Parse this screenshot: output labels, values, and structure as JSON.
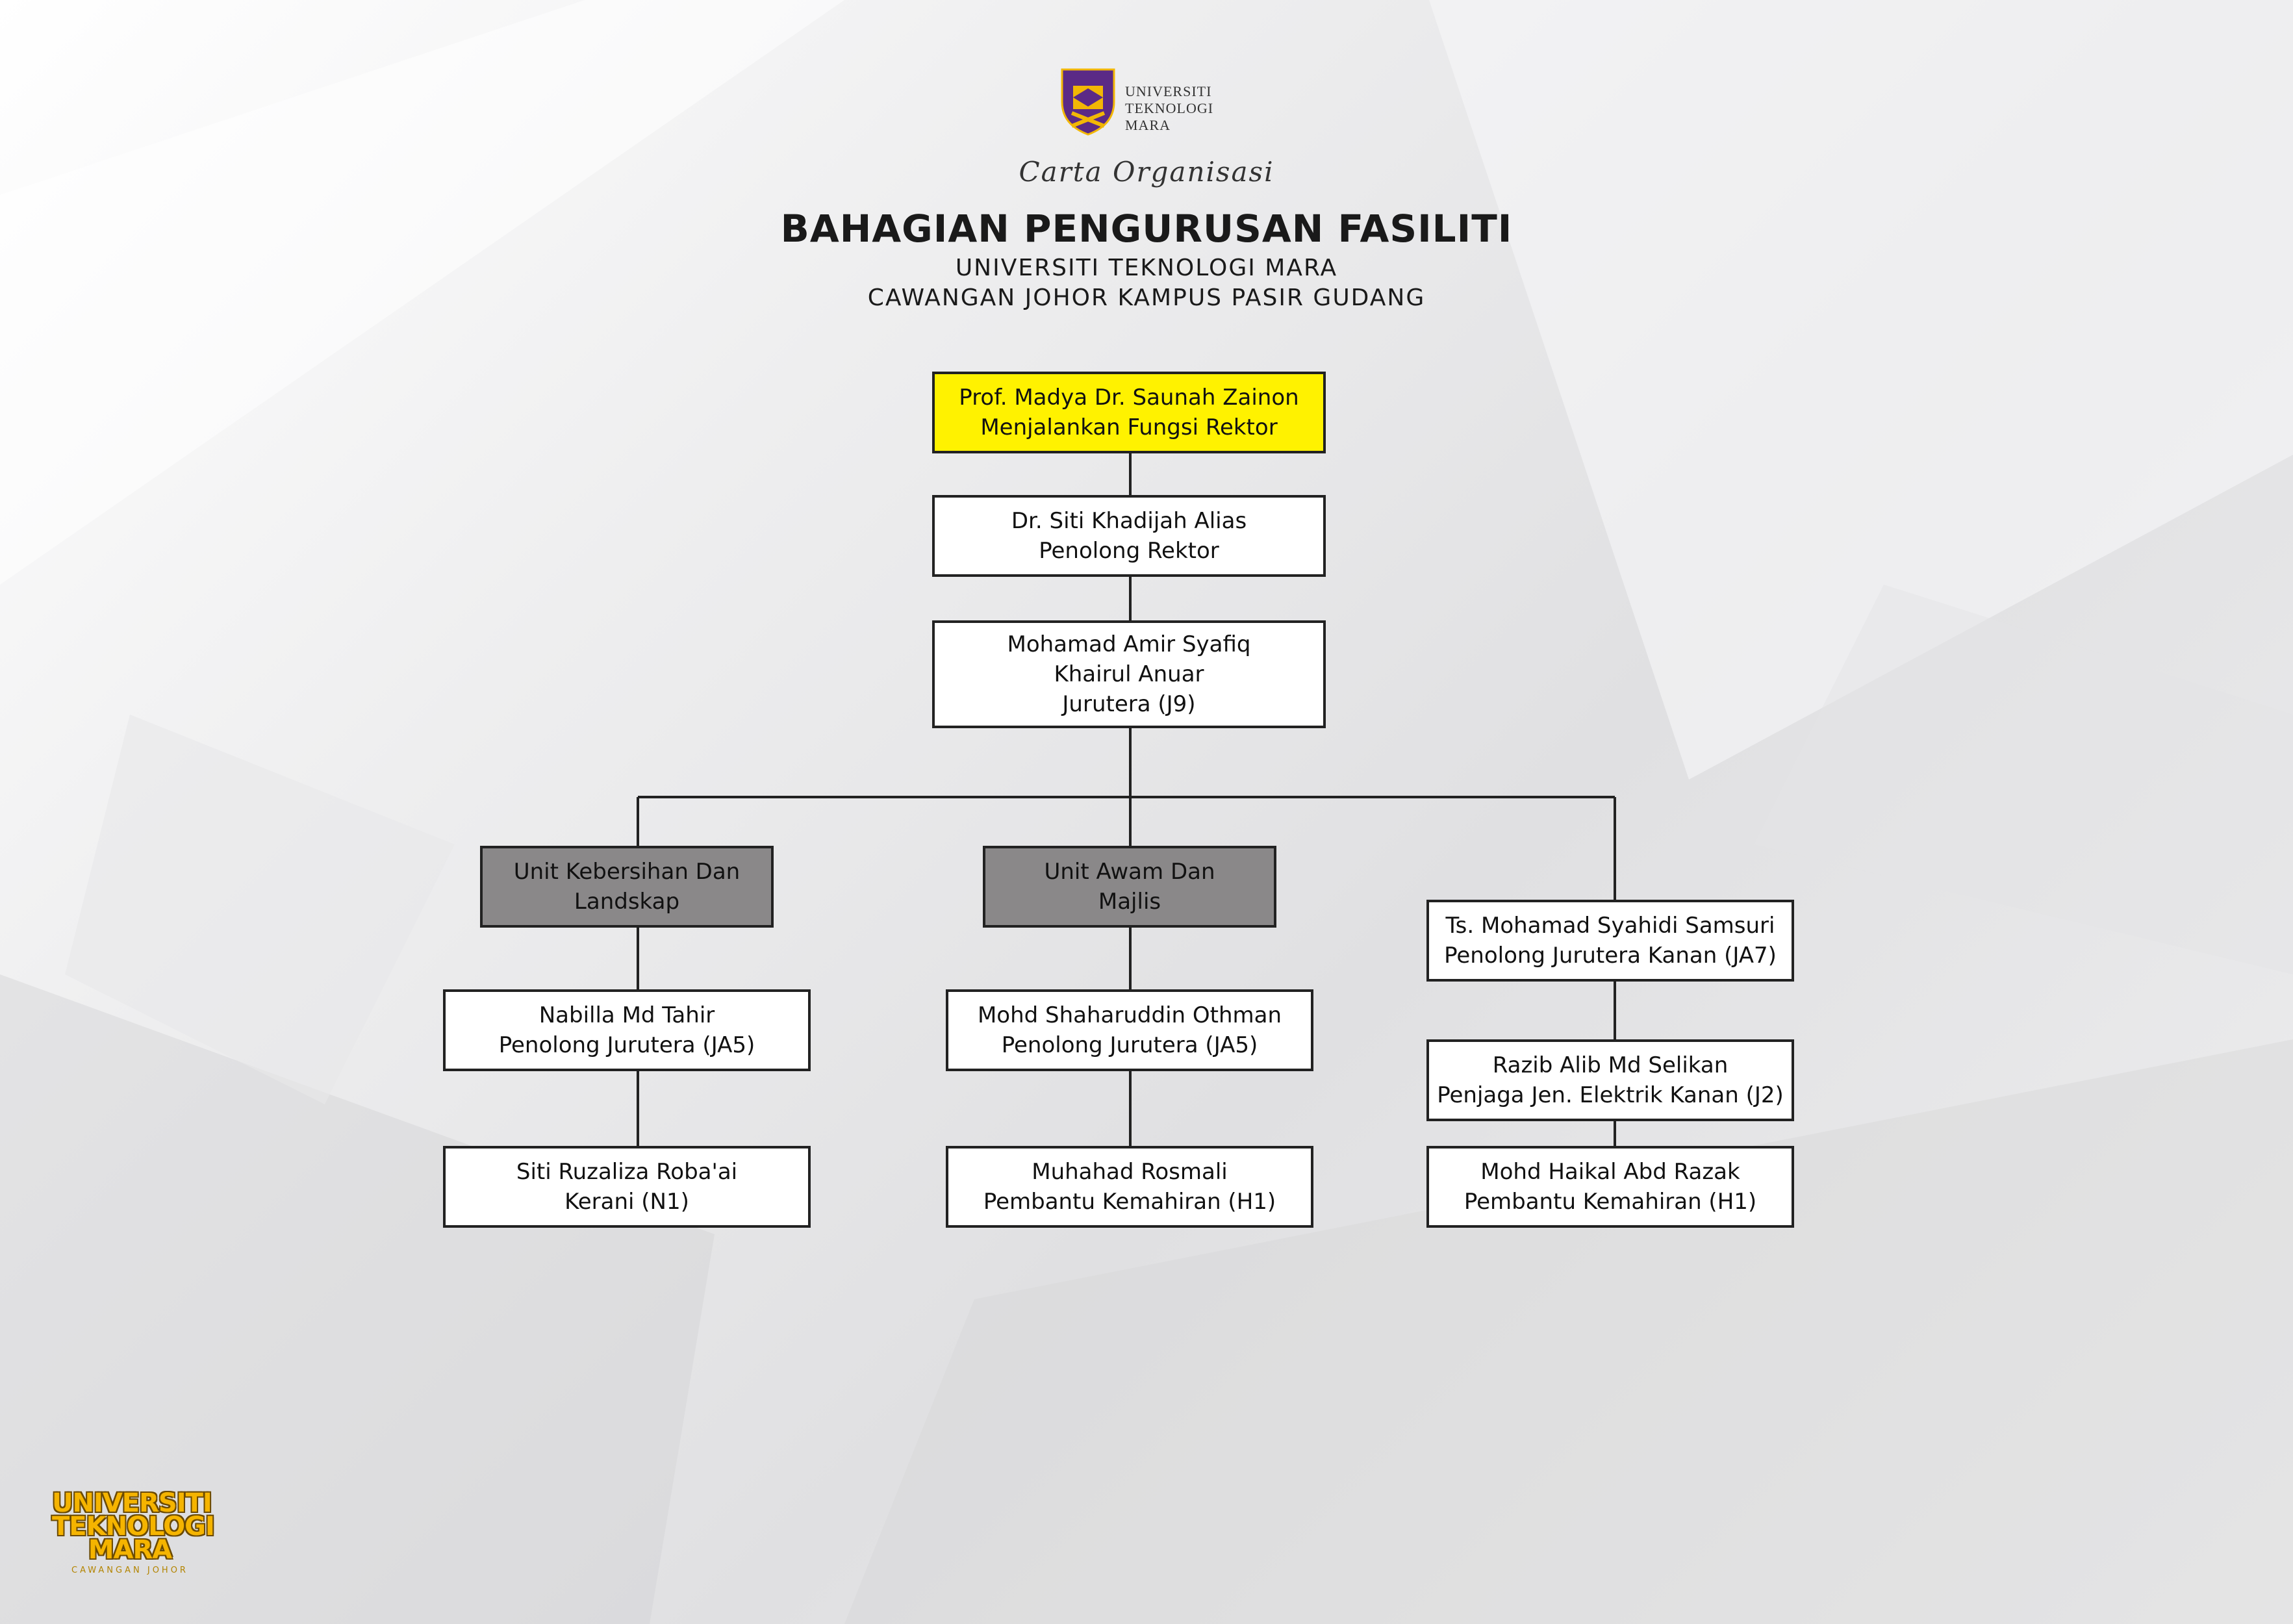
{
  "header": {
    "logo_lines": [
      "UNIVERSITI",
      "TEKNOLOGI",
      "MARA"
    ],
    "script_title": "Carta Organisasi",
    "title": "BAHAGIAN PENGURUSAN FASILITI",
    "subtitle_1": "UNIVERSITI TEKNOLOGI MARA",
    "subtitle_2": "CAWANGAN JOHOR KAMPUS PASIR GUDANG"
  },
  "org": {
    "top": {
      "name": "Prof. Madya Dr. Saunah Zainon",
      "role": "Menjalankan Fungsi Rektor",
      "color": "#fff200"
    },
    "level2": {
      "name": "Dr. Siti Khadijah Alias",
      "role": "Penolong Rektor"
    },
    "level3": {
      "name_1": "Mohamad Amir Syafiq",
      "name_2": "Khairul Anuar",
      "role": "Jurutera (J9)"
    },
    "unit_left": {
      "line_1": "Unit Kebersihan Dan",
      "line_2": "Landskap",
      "color": "#8a8889"
    },
    "unit_mid": {
      "line_1": "Unit Awam Dan",
      "line_2": "Majlis",
      "color": "#8a8889"
    },
    "left": [
      {
        "name": "Nabilla Md Tahir",
        "role": "Penolong Jurutera (JA5)"
      },
      {
        "name": "Siti Ruzaliza Roba'ai",
        "role": "Kerani (N1)"
      }
    ],
    "mid": [
      {
        "name": "Mohd Shaharuddin Othman",
        "role": "Penolong Jurutera (JA5)"
      },
      {
        "name": "Muhahad Rosmali",
        "role": "Pembantu Kemahiran (H1)"
      }
    ],
    "right": [
      {
        "name": "Ts. Mohamad Syahidi Samsuri",
        "role": "Penolong Jurutera Kanan (JA7)"
      },
      {
        "name": "Razib Alib Md Selikan",
        "role": "Penjaga Jen. Elektrik Kanan (J2)"
      },
      {
        "name": "Mohd Haikal Abd Razak",
        "role": "Pembantu Kemahiran (H1)"
      }
    ]
  },
  "footer": {
    "logo_lines": [
      "UNIVERSITI",
      "TEKNOLOGI",
      "MARA"
    ],
    "logo_sub": "CAWANGAN JOHOR"
  }
}
